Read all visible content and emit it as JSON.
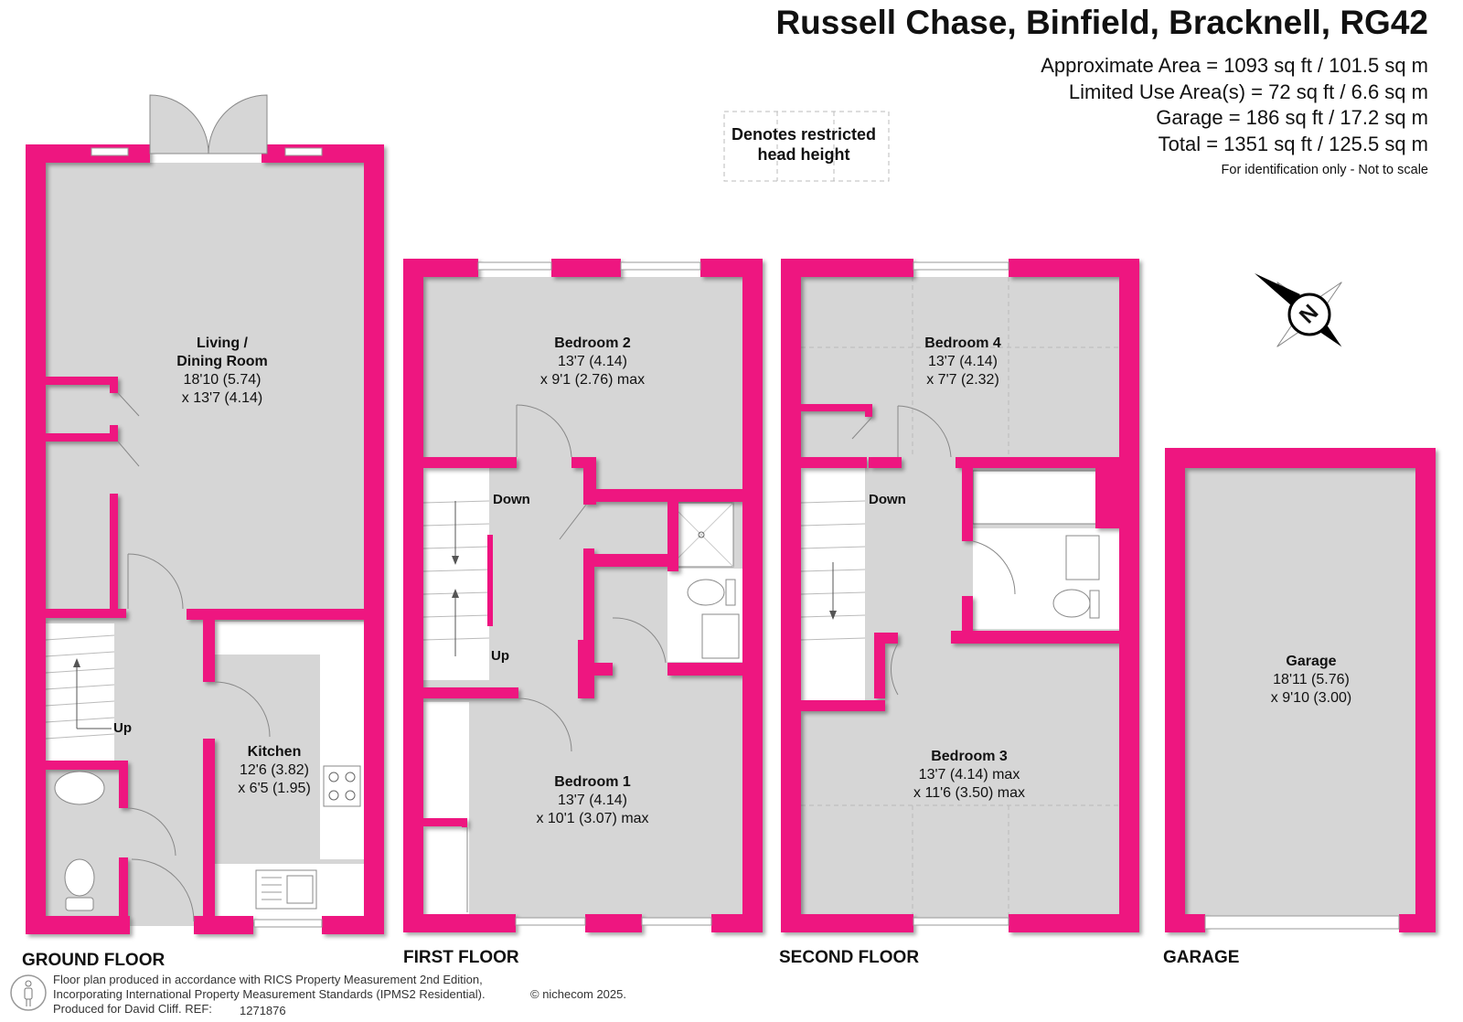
{
  "header": {
    "address": "Russell Chase, Binfield, Bracknell, RG42",
    "areas": [
      "Approximate Area = 1093 sq ft / 101.5 sq m",
      "Limited Use Area(s) = 72 sq ft / 6.6 sq m",
      "Garage = 186 sq ft / 17.2 sq m",
      "Total = 1351 sq ft / 125.5 sq m"
    ],
    "note": "For identification only - Not to scale"
  },
  "legend": {
    "restricted_line1": "Denotes restricted",
    "restricted_line2": "head height"
  },
  "compass": {
    "letter": "N"
  },
  "rooms": {
    "living": {
      "name1": "Living /",
      "name2": "Dining Room",
      "dim1": "18'10 (5.74)",
      "dim2": "x 13'7 (4.14)"
    },
    "kitchen": {
      "name": "Kitchen",
      "dim1": "12'6 (3.82)",
      "dim2": "x 6'5 (1.95)"
    },
    "bedroom2": {
      "name": "Bedroom 2",
      "dim1": "13'7 (4.14)",
      "dim2": "x 9'1 (2.76) max"
    },
    "bedroom1": {
      "name": "Bedroom 1",
      "dim1": "13'7 (4.14)",
      "dim2": "x 10'1 (3.07) max"
    },
    "bedroom4": {
      "name": "Bedroom 4",
      "dim1": "13'7 (4.14)",
      "dim2": "x 7'7 (2.32)"
    },
    "bedroom3": {
      "name": "Bedroom 3",
      "dim1": "13'7 (4.14) max",
      "dim2": "x 11'6 (3.50) max"
    },
    "garage": {
      "name": "Garage",
      "dim1": "18'11 (5.76)",
      "dim2": "x 9'10 (3.00)"
    }
  },
  "stairs": {
    "up": "Up",
    "down": "Down"
  },
  "floors": {
    "ground": "GROUND FLOOR",
    "first": "FIRST FLOOR",
    "second": "SECOND FLOOR",
    "garage": "GARAGE"
  },
  "footer": {
    "line1": "Floor plan produced in accordance with RICS Property Measurement 2nd Edition,",
    "line2": "Incorporating International Property Measurement Standards (IPMS2 Residential).",
    "line3": "Produced for David Cliff.   REF:",
    "ref": "1271876",
    "copyright": "© nichecom 2025."
  },
  "colors": {
    "wall": "#ee1280",
    "floor": "#d6d6d6",
    "background": "#ffffff"
  },
  "icons": [
    "person-accessibility-icon",
    "compass-icon"
  ]
}
